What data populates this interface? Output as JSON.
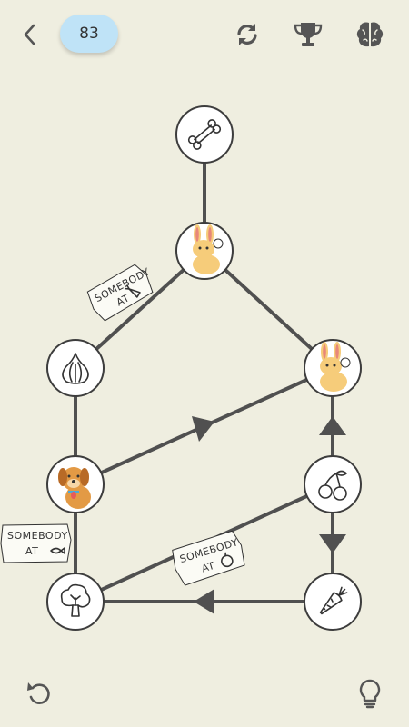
{
  "header": {
    "level_number": "83",
    "back_icon": "chevron-left-icon",
    "restart_icon": "refresh-icon",
    "trophy_icon": "trophy-icon",
    "brain_icon": "brain-icon"
  },
  "footer": {
    "undo_icon": "undo-icon",
    "hint_icon": "lightbulb-icon"
  },
  "notes": [
    {
      "id": "note-rabbit",
      "line1": "SOMEBODY",
      "line2": "AT",
      "item_icon": "carrot-icon"
    },
    {
      "id": "note-dog",
      "line1": "SOMEBODY",
      "line2": "AT",
      "item_icon": "fish-icon"
    },
    {
      "id": "note-tree",
      "line1": "SOMEBODY",
      "line2": "AT",
      "item_icon": "apple-icon"
    }
  ],
  "nodes": [
    {
      "id": "bone",
      "icon": "bone-icon"
    },
    {
      "id": "rabbit-top",
      "icon": "rabbit-icon"
    },
    {
      "id": "garlic",
      "icon": "garlic-icon"
    },
    {
      "id": "rabbit-right",
      "icon": "rabbit-icon"
    },
    {
      "id": "dog",
      "icon": "dog-icon"
    },
    {
      "id": "cherries",
      "icon": "cherries-icon"
    },
    {
      "id": "tree",
      "icon": "tree-icon"
    },
    {
      "id": "carrot",
      "icon": "carrot-icon"
    }
  ],
  "colors": {
    "background": "#efeee0",
    "pill": "#bfe3f7",
    "line": "#505050",
    "rabbit": "#f6cc7a",
    "dog": "#e39a45"
  }
}
